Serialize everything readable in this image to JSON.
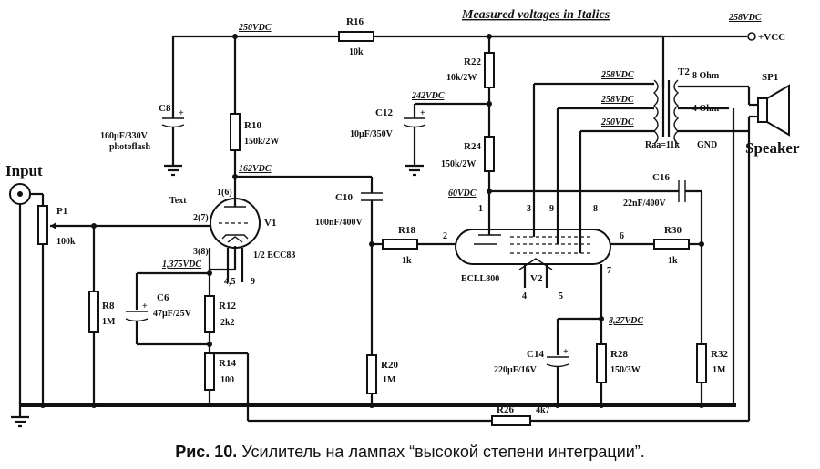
{
  "header": {
    "title": "Measured voltages in Italics"
  },
  "supply": {
    "voltage": "258VDC",
    "vcc_label": "+VCC"
  },
  "voltages": {
    "b250": "250VDC",
    "v242": "242VDC",
    "v162": "162VDC",
    "v60": "60VDC",
    "v1375": "1,375VDC",
    "v827": "8,27VDC",
    "t2_1": "258VDC",
    "t2_2": "258VDC",
    "t2_3": "250VDC"
  },
  "components": {
    "r16": {
      "name": "R16",
      "value": "10k"
    },
    "c8": {
      "name": "C8",
      "value": "160µF/330V",
      "note": "photoflash"
    },
    "r10": {
      "name": "R10",
      "value": "150k/2W"
    },
    "r22": {
      "name": "R22",
      "value": "10k/2W"
    },
    "c12": {
      "name": "C12",
      "value": "10µF/350V"
    },
    "r24": {
      "name": "R24",
      "value": "150k/2W"
    },
    "t2": {
      "name": "T2",
      "tap8": "8 Ohm",
      "tap4": "4 Ohm",
      "raa": "Raa=11k",
      "gnd": "GND"
    },
    "sp1": {
      "name": "SP1",
      "label": "Speaker"
    },
    "input": {
      "label": "Input"
    },
    "p1": {
      "name": "P1",
      "value": "100k"
    },
    "v1": {
      "name": "V1",
      "type": "1/2 ECC83",
      "text": "Text",
      "pin_a": "1(6)",
      "pin_g": "2(7)",
      "pin_k": "3(8)",
      "pin_h": "4,5",
      "pin_h2": "9"
    },
    "c10": {
      "name": "C10",
      "value": "100nF/400V"
    },
    "c16": {
      "name": "C16",
      "value": "22nF/400V"
    },
    "r18": {
      "name": "R18",
      "value": "1k"
    },
    "r30": {
      "name": "R30",
      "value": "1k"
    },
    "v2": {
      "name": "V2",
      "type": "ECLL800",
      "p1": "1",
      "p2": "2",
      "p3": "3",
      "p4": "4",
      "p5": "5",
      "p6": "6",
      "p7": "7",
      "p8": "8",
      "p9": "9"
    },
    "r8": {
      "name": "R8",
      "value": "1M"
    },
    "c6": {
      "name": "C6",
      "value": "47µF/25V"
    },
    "r12": {
      "name": "R12",
      "value": "2k2"
    },
    "r14": {
      "name": "R14",
      "value": "100"
    },
    "r20": {
      "name": "R20",
      "value": "1M"
    },
    "c14": {
      "name": "C14",
      "value": "220µF/16V"
    },
    "r28": {
      "name": "R28",
      "value": "150/3W"
    },
    "r32": {
      "name": "R32",
      "value": "1M"
    },
    "r26": {
      "name": "R26",
      "value": "4k7"
    }
  },
  "caption": {
    "figure": "Рис. 10.",
    "text": "Усилитель на лампах “высокой степени интеграции”."
  }
}
